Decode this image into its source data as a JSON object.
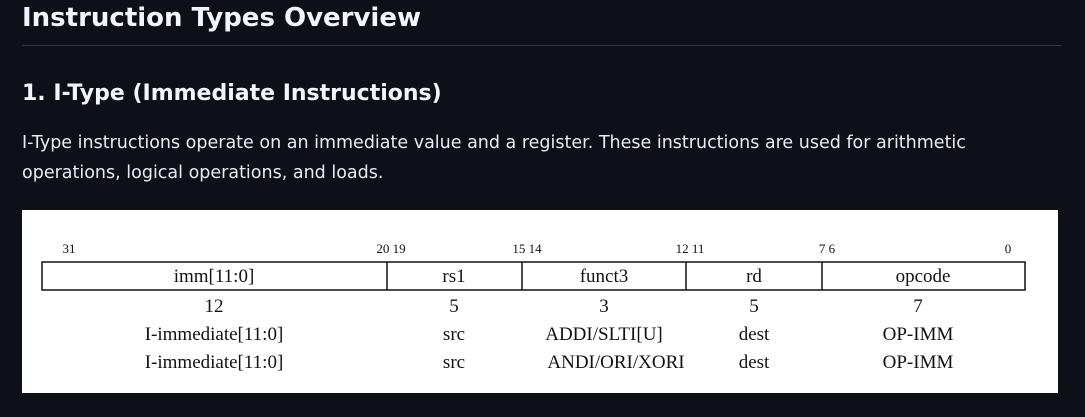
{
  "page": {
    "title": "Instruction Types Overview"
  },
  "section": {
    "heading": "1. I-Type (Immediate Instructions)",
    "paragraph": "I-Type instructions operate on an immediate value and a register. These instructions are used for arithmetic operations, logical operations, and loads."
  },
  "figure": {
    "bit_labels": {
      "b31": "31",
      "b20_19": "20 19",
      "b15_14": "15 14",
      "b12_11": "12 11",
      "b7_6": "7 6",
      "b0": "0"
    },
    "fields": [
      {
        "name": "imm[11:0]",
        "width": "12",
        "row1": "I-immediate[11:0]",
        "row2": "I-immediate[11:0]"
      },
      {
        "name": "rs1",
        "width": "5",
        "row1": "src",
        "row2": "src"
      },
      {
        "name": "funct3",
        "width": "3",
        "row1": "ADDI/SLTI[U]",
        "row2": "ANDI/ORI/XORI"
      },
      {
        "name": "rd",
        "width": "5",
        "row1": "dest",
        "row2": "dest"
      },
      {
        "name": "opcode",
        "width": "7",
        "row1": "OP-IMM",
        "row2": "OP-IMM"
      }
    ]
  }
}
